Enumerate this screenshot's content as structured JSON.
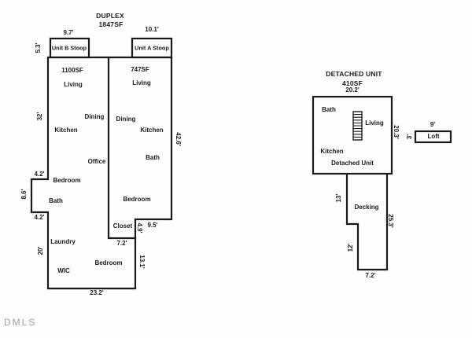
{
  "duplex": {
    "title": "DUPLEX",
    "sqft": "1847SF",
    "stoop_b": {
      "label": "Unit B Stoop",
      "width_dim": "9.7'",
      "depth_dim": "5.3'"
    },
    "stoop_a": {
      "label": "Unit A Stoop",
      "width_dim": "10.1'"
    },
    "unit_b": {
      "sqft": "1100SF",
      "living": "Living",
      "dining": "Dining",
      "kitchen": "Kitchen",
      "office": "Office",
      "bedroom1": "Bedroom",
      "bath": "Bath",
      "laundry": "Laundry",
      "wic": "WIC",
      "bedroom2": "Bedroom",
      "dim_left": "32'",
      "dim_bump_top": "4.2'",
      "dim_bump_left": "8.6'",
      "dim_bump_bottom": "4.2'",
      "dim_lower_left": "20'",
      "dim_bottom": "23.2'"
    },
    "unit_a": {
      "sqft": "747SF",
      "living": "Living",
      "dining": "Dining",
      "kitchen": "Kitchen",
      "bath": "Bath",
      "bedroom": "Bedroom",
      "closet": "Closet",
      "dim_right": "42.6'",
      "dim_notch_width": "9.5'",
      "dim_notch_height": "4.9'",
      "dim_closet_bottom": "7.2'",
      "dim_lower_right": "13.1'"
    }
  },
  "detached": {
    "title": "DETACHED UNIT",
    "sqft": "410SF",
    "dim_top": "20.2'",
    "bath": "Bath",
    "living": "Living",
    "kitchen": "Kitchen",
    "unit_label": "Detached Unit",
    "dim_right": "20.3'",
    "decking": {
      "label": "Decking",
      "dim_upper_left": "13'",
      "dim_lower_left": "12'",
      "dim_right": "25.3'",
      "dim_bottom": "7.2'"
    }
  },
  "loft": {
    "label": "Loft",
    "dim_width": "9'",
    "dim_height": "3'"
  },
  "watermark": "DMLS",
  "colors": {
    "wall": "#1a1a1a",
    "background": "#fdfdfd",
    "watermark": "#9aa1a6"
  }
}
